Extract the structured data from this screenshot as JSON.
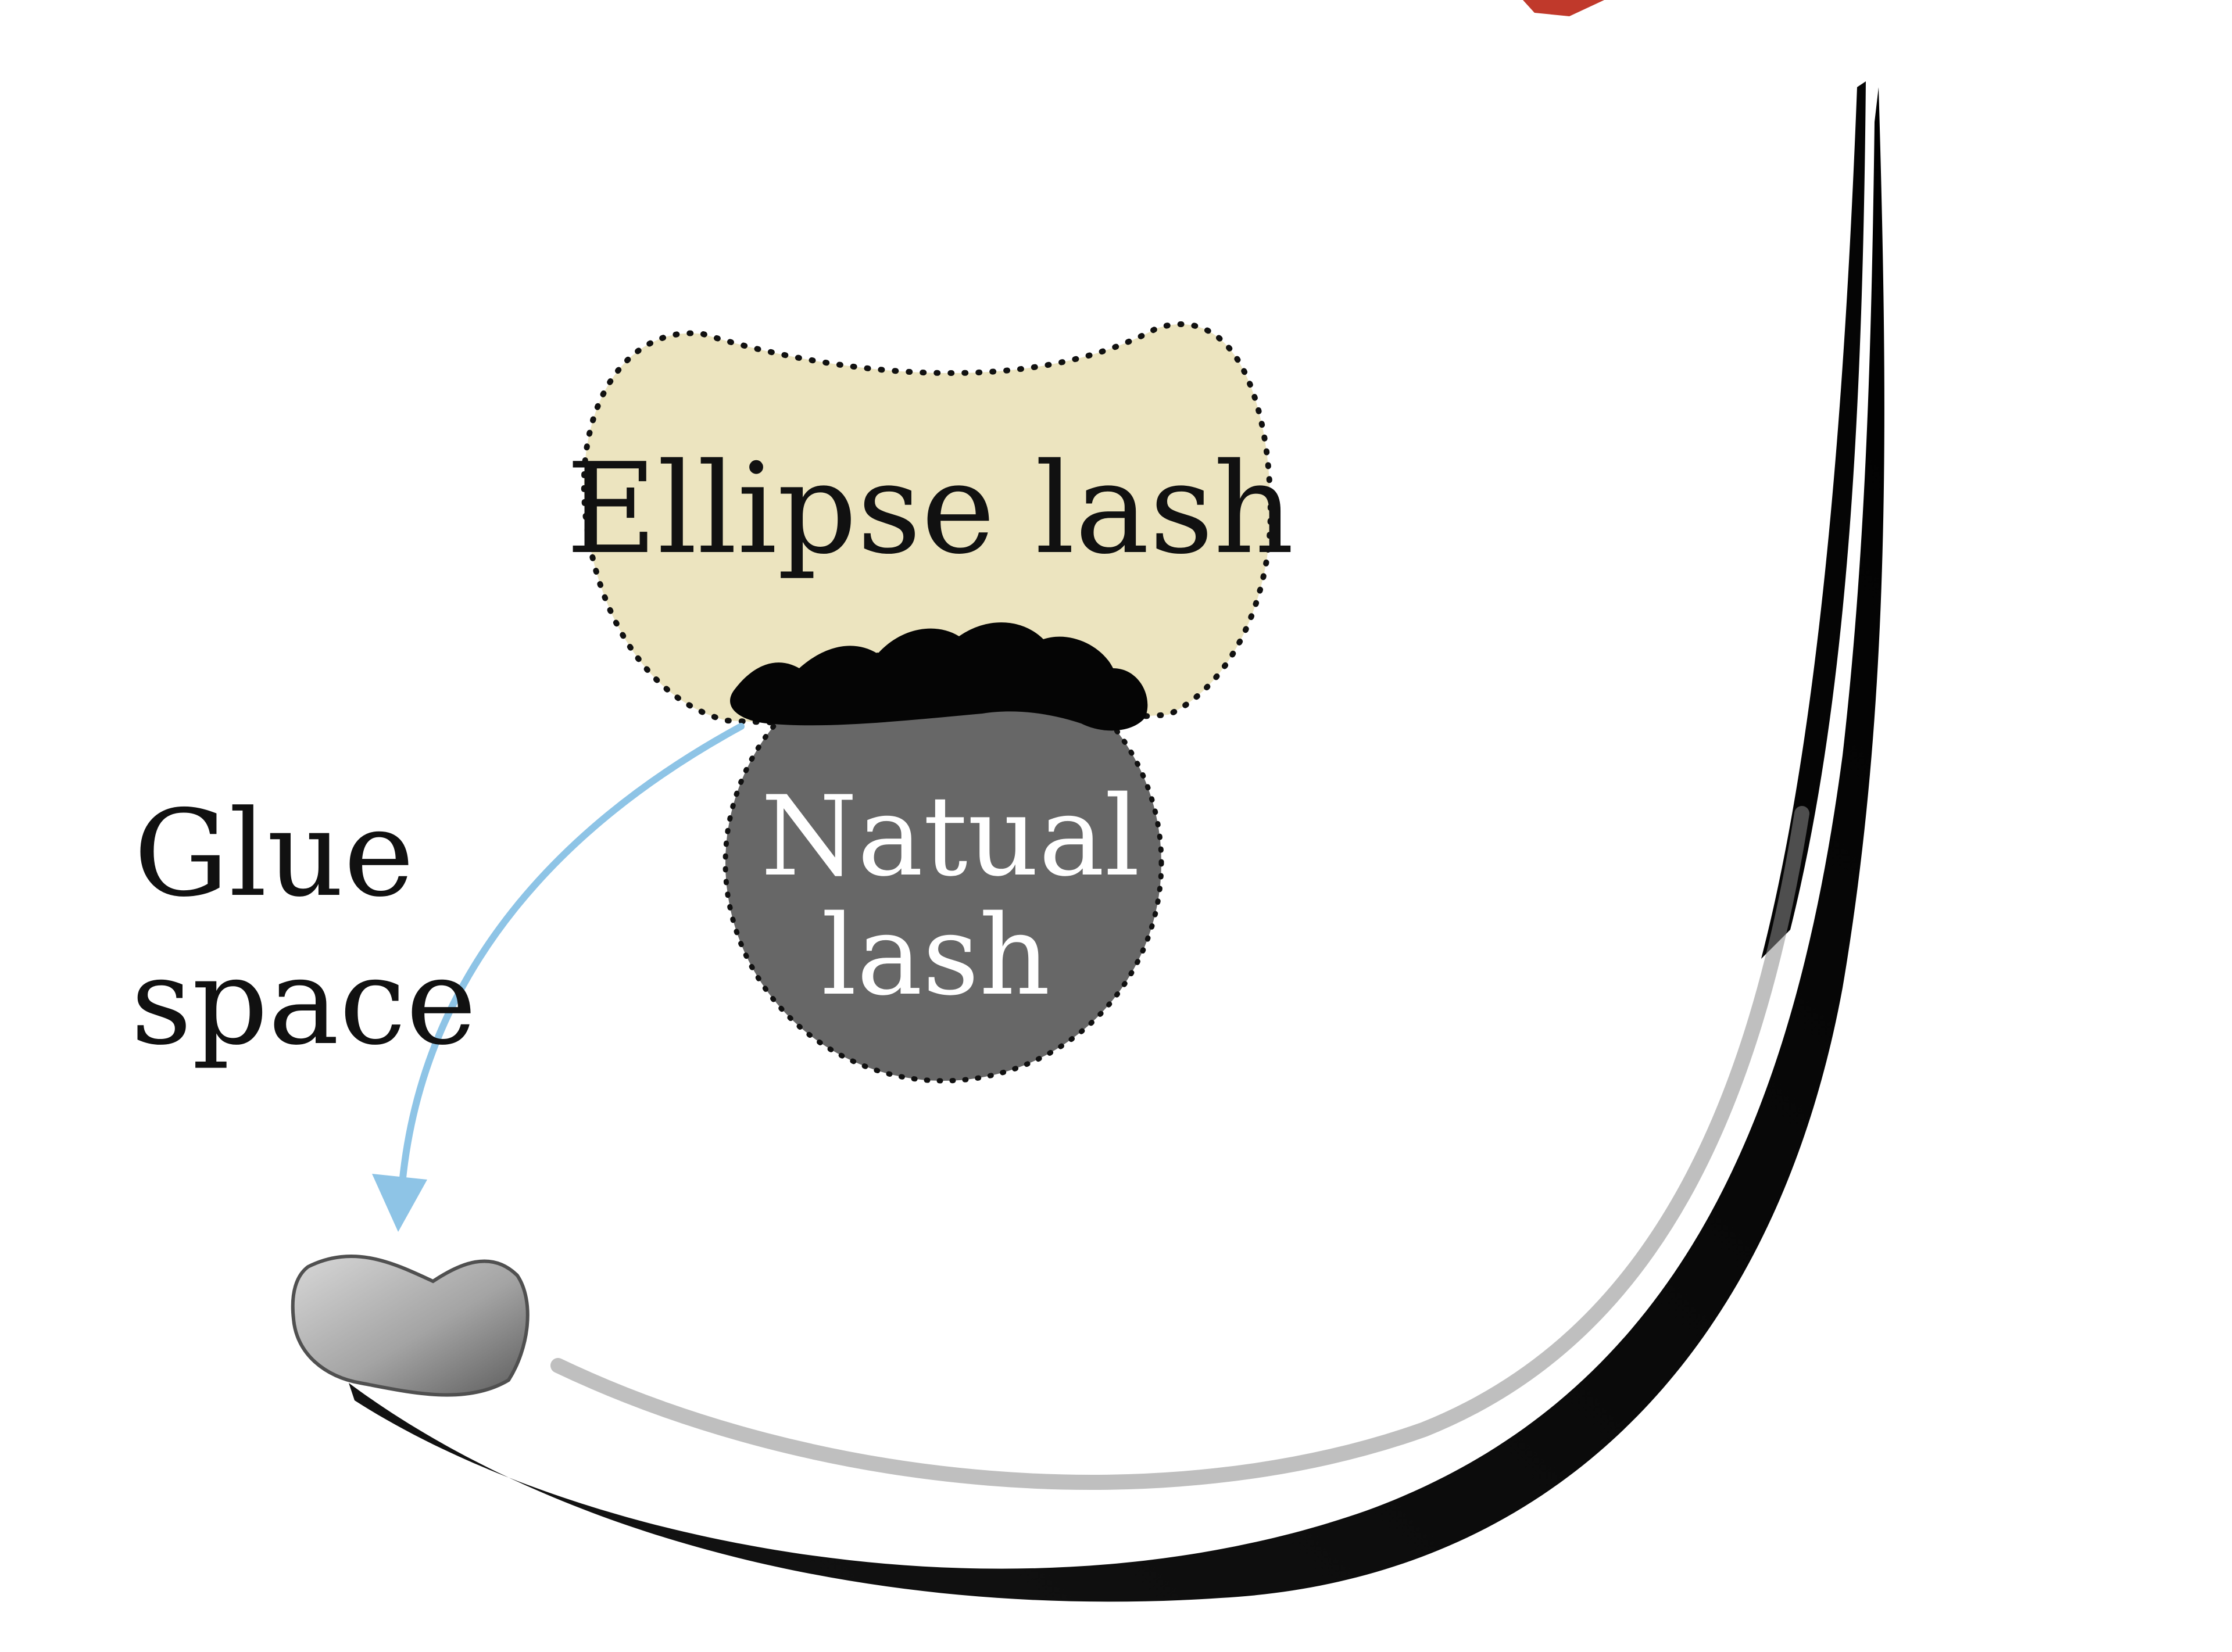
{
  "diagram": {
    "labels": {
      "ellipse_lash": "Ellipse lash",
      "natural_lash_line1": "Natual",
      "natural_lash_line2": "lash",
      "glue_space_line1": "Glue",
      "glue_space_line2": "space"
    },
    "colors": {
      "background": "#ffffff",
      "ellipse_fill": "#ece4bf",
      "dotted_outline": "#111111",
      "natural_lash_fill": "#676767",
      "natural_lash_text": "#ffffff",
      "glue": "#050505",
      "arrow": "#8ec4e6",
      "lash_body": "#080808",
      "lash_highlight": "#8a8a8a",
      "lash_cap": "#a8a8a8",
      "corner_accent": "#c0392b"
    }
  }
}
